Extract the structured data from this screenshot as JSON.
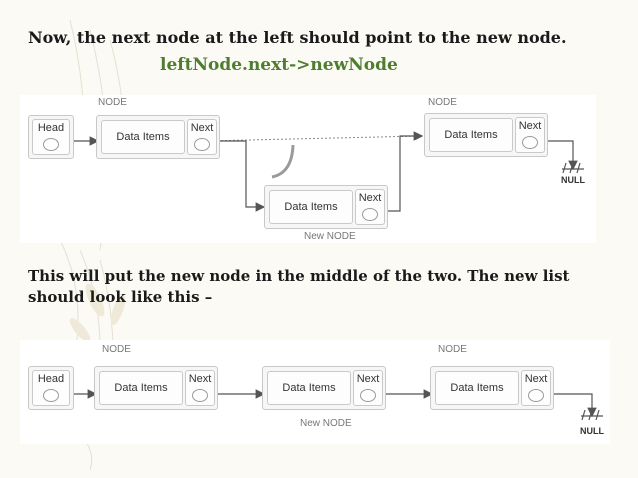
{
  "heading": "Now, the next node at the left should point to the new node.",
  "code": "leftNode.next->newNode",
  "paragraph": "This will put the new node in the middle of the two. The new list should look like this –",
  "diagram_before": {
    "node_caption_left": "NODE",
    "node_caption_right": "NODE",
    "new_node_caption": "New NODE",
    "head_label": "Head",
    "left_data": "Data Items",
    "left_next": "Next",
    "right_data": "Data Items",
    "right_next": "Next",
    "new_data": "Data Items",
    "new_next": "Next",
    "null_label": "NULL"
  },
  "diagram_after": {
    "node_caption_left": "NODE",
    "node_caption_right": "NODE",
    "new_node_caption": "New NODE",
    "head_label": "Head",
    "node1_data": "Data Items",
    "node1_next": "Next",
    "node2_data": "Data Items",
    "node2_next": "Next",
    "node3_data": "Data Items",
    "node3_next": "Next",
    "null_label": "NULL"
  },
  "colors": {
    "heading_text": "#1a1a1a",
    "code_text": "#4e7d2f",
    "connector": "#555555"
  }
}
